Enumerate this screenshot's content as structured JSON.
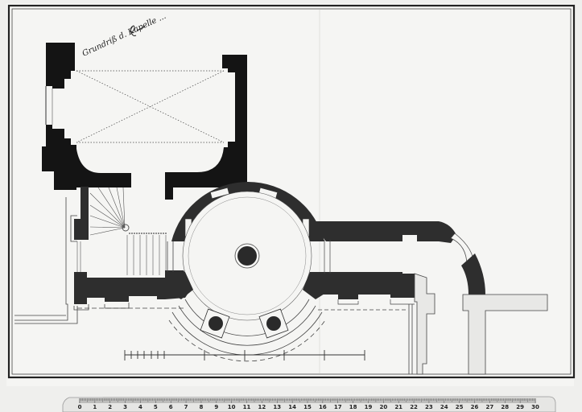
{
  "drawing": {
    "type": "architectural floor plan",
    "annotation": "Grundriß d. Kapelle ...",
    "colors": {
      "paper": "#f4f4f2",
      "wall_fill": "#2e2e2e",
      "wall_black": "#141414",
      "light_wall": "#e6e6e4",
      "line": "#333333",
      "border": "#222222"
    }
  },
  "graphic_scale": {
    "ticks": 14,
    "label": ""
  },
  "ruler": {
    "labels": [
      "0",
      "1",
      "2",
      "3",
      "4",
      "5",
      "6",
      "7",
      "8",
      "9",
      "10",
      "11",
      "12",
      "13",
      "14",
      "15",
      "16",
      "17",
      "18",
      "19",
      "20",
      "21",
      "22",
      "23",
      "24",
      "25",
      "26",
      "27",
      "28",
      "29",
      "30"
    ]
  }
}
